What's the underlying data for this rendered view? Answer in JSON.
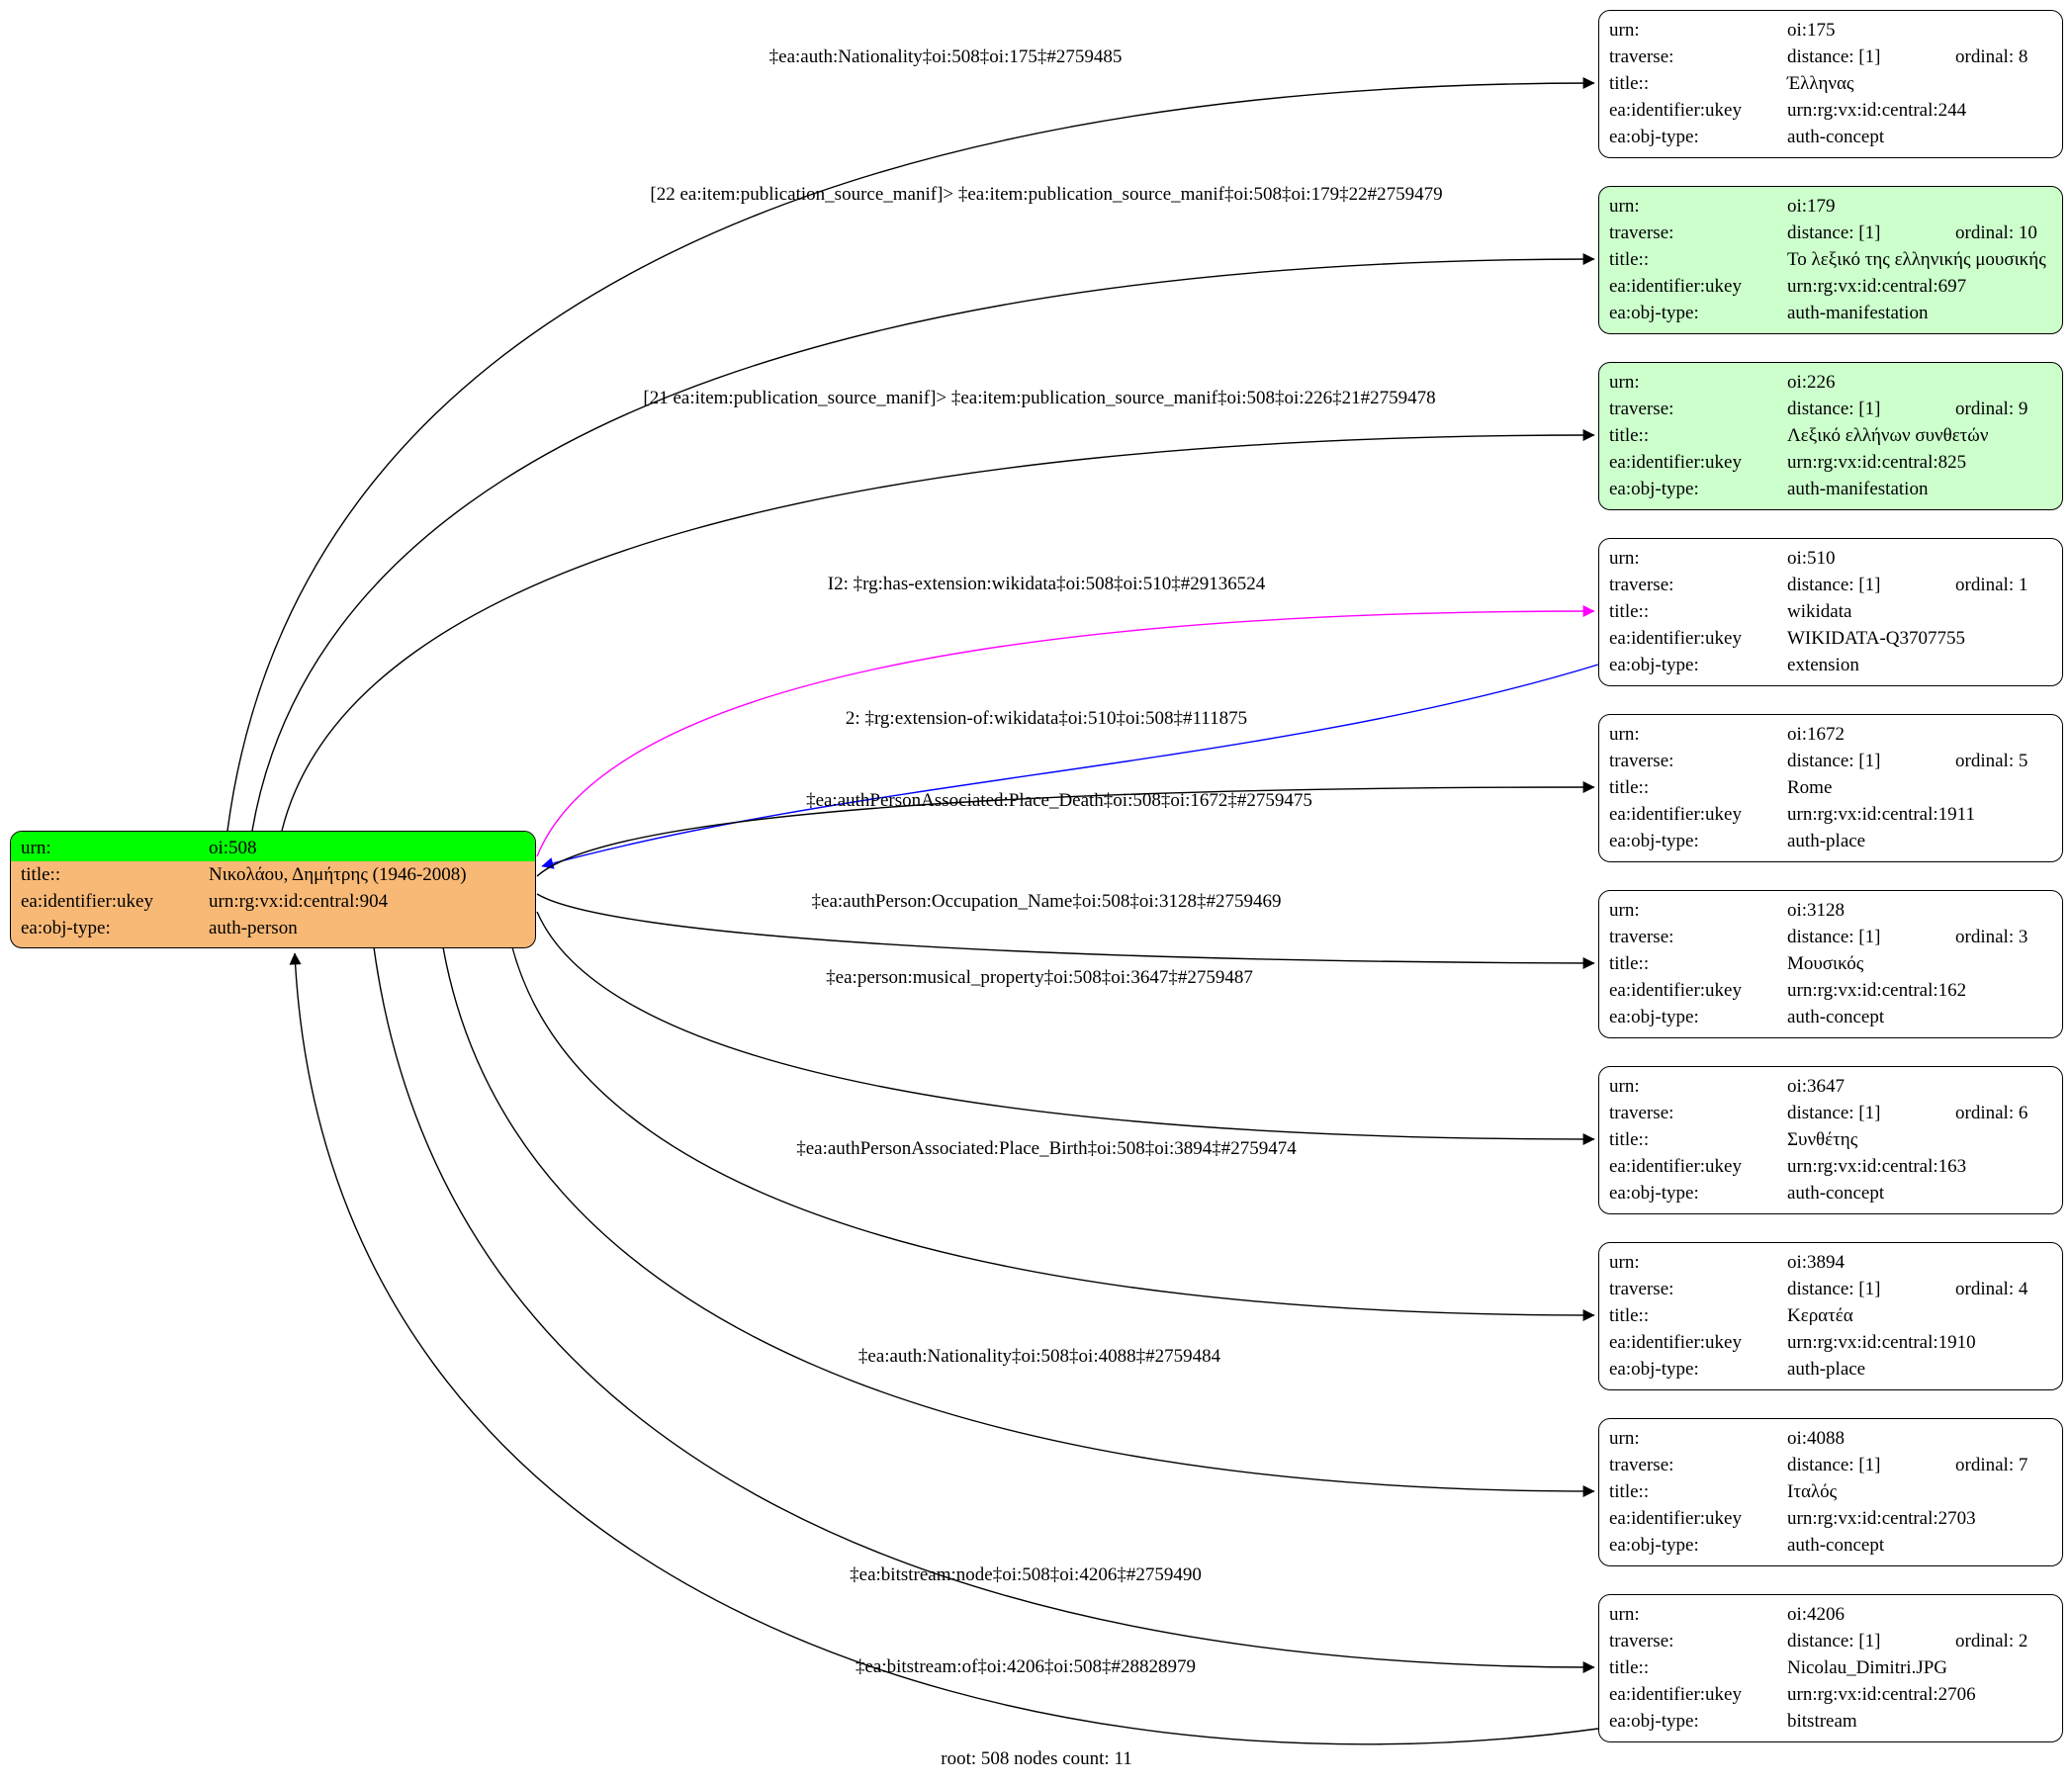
{
  "caption": "root: 508 nodes count: 11",
  "colors": {
    "root_fill": "#f8b977",
    "root_urn_highlight": "#00ff00",
    "manifestation_fill": "#ccffcc",
    "default_fill": "#ffffff",
    "edge_black": "#000000",
    "edge_magenta": "#ff00ff",
    "edge_blue": "#0000ff"
  },
  "row_labels": {
    "urn": "urn:",
    "traverse": "traverse:",
    "title": "title::",
    "ukey": "ea:identifier:ukey",
    "obj_type": "ea:obj-type:"
  },
  "root_node": {
    "rows": [
      {
        "label": "urn:",
        "value": "oi:508"
      },
      {
        "label": "title::",
        "value": "Νικολάου, Δημήτρης (1946-2008)"
      },
      {
        "label": "ea:identifier:ukey",
        "value": "urn:rg:vx:id:central:904"
      },
      {
        "label": "ea:obj-type:",
        "value": "auth-person"
      }
    ]
  },
  "nodes": [
    {
      "urn": "oi:175",
      "distance": "distance: [1]",
      "ordinal": "ordinal: 8",
      "title": "Έλληνας",
      "ukey": "urn:rg:vx:id:central:244",
      "obj_type": "auth-concept",
      "fill": "#ffffff"
    },
    {
      "urn": "oi:179",
      "distance": "distance: [1]",
      "ordinal": "ordinal: 10",
      "title": "Το λεξικό της ελληνικής μουσικής",
      "ukey": "urn:rg:vx:id:central:697",
      "obj_type": "auth-manifestation",
      "fill": "#ccffcc"
    },
    {
      "urn": "oi:226",
      "distance": "distance: [1]",
      "ordinal": "ordinal: 9",
      "title": "Λεξικό ελλήνων συνθετών",
      "ukey": "urn:rg:vx:id:central:825",
      "obj_type": "auth-manifestation",
      "fill": "#ccffcc"
    },
    {
      "urn": "oi:510",
      "distance": "distance: [1]",
      "ordinal": "ordinal: 1",
      "title": "wikidata",
      "ukey": "WIKIDATA-Q3707755",
      "obj_type": "extension",
      "fill": "#ffffff"
    },
    {
      "urn": "oi:1672",
      "distance": "distance: [1]",
      "ordinal": "ordinal: 5",
      "title": "Rome",
      "ukey": "urn:rg:vx:id:central:1911",
      "obj_type": "auth-place",
      "fill": "#ffffff"
    },
    {
      "urn": "oi:3128",
      "distance": "distance: [1]",
      "ordinal": "ordinal: 3",
      "title": "Μουσικός",
      "ukey": "urn:rg:vx:id:central:162",
      "obj_type": "auth-concept",
      "fill": "#ffffff"
    },
    {
      "urn": "oi:3647",
      "distance": "distance: [1]",
      "ordinal": "ordinal: 6",
      "title": "Συνθέτης",
      "ukey": "urn:rg:vx:id:central:163",
      "obj_type": "auth-concept",
      "fill": "#ffffff"
    },
    {
      "urn": "oi:3894",
      "distance": "distance: [1]",
      "ordinal": "ordinal: 4",
      "title": "Κερατέα",
      "ukey": "urn:rg:vx:id:central:1910",
      "obj_type": "auth-place",
      "fill": "#ffffff"
    },
    {
      "urn": "oi:4088",
      "distance": "distance: [1]",
      "ordinal": "ordinal: 7",
      "title": "Ιταλός",
      "ukey": "urn:rg:vx:id:central:2703",
      "obj_type": "auth-concept",
      "fill": "#ffffff"
    },
    {
      "urn": "oi:4206",
      "distance": "distance: [1]",
      "ordinal": "ordinal: 2",
      "title": "Nicolau_Dimitri.JPG",
      "ukey": "urn:rg:vx:id:central:2706",
      "obj_type": "bitstream",
      "fill": "#ffffff"
    }
  ],
  "edges": [
    {
      "label": "‡ea:auth:Nationality‡oi:508‡oi:175‡#2759485",
      "from": "oi:508",
      "to": "oi:175",
      "color": "#000000"
    },
    {
      "label": "[22 ea:item:publication_source_manif]> ‡ea:item:publication_source_manif‡oi:508‡oi:179‡22#2759479",
      "from": "oi:508",
      "to": "oi:179",
      "color": "#000000"
    },
    {
      "label": "[21 ea:item:publication_source_manif]> ‡ea:item:publication_source_manif‡oi:508‡oi:226‡21#2759478",
      "from": "oi:508",
      "to": "oi:226",
      "color": "#000000"
    },
    {
      "label": "I2: ‡rg:has-extension:wikidata‡oi:508‡oi:510‡#29136524",
      "from": "oi:508",
      "to": "oi:510",
      "color": "#ff00ff"
    },
    {
      "label": "2: ‡rg:extension-of:wikidata‡oi:510‡oi:508‡#111875",
      "from": "oi:510",
      "to": "oi:508",
      "color": "#0000ff"
    },
    {
      "label": "‡ea:authPersonAssociated:Place_Death‡oi:508‡oi:1672‡#2759475",
      "from": "oi:508",
      "to": "oi:1672",
      "color": "#000000"
    },
    {
      "label": "‡ea:authPerson:Occupation_Name‡oi:508‡oi:3128‡#2759469",
      "from": "oi:508",
      "to": "oi:3128",
      "color": "#000000"
    },
    {
      "label": "‡ea:person:musical_property‡oi:508‡oi:3647‡#2759487",
      "from": "oi:508",
      "to": "oi:3647",
      "color": "#000000"
    },
    {
      "label": "‡ea:authPersonAssociated:Place_Birth‡oi:508‡oi:3894‡#2759474",
      "from": "oi:508",
      "to": "oi:3894",
      "color": "#000000"
    },
    {
      "label": "‡ea:auth:Nationality‡oi:508‡oi:4088‡#2759484",
      "from": "oi:508",
      "to": "oi:4088",
      "color": "#000000"
    },
    {
      "label": "‡ea:bitstream:node‡oi:508‡oi:4206‡#2759490",
      "from": "oi:508",
      "to": "oi:4206",
      "color": "#000000"
    },
    {
      "label": "‡ea:bitstream:of‡oi:4206‡oi:508‡#28828979",
      "from": "oi:4206",
      "to": "oi:508",
      "color": "#000000"
    }
  ]
}
